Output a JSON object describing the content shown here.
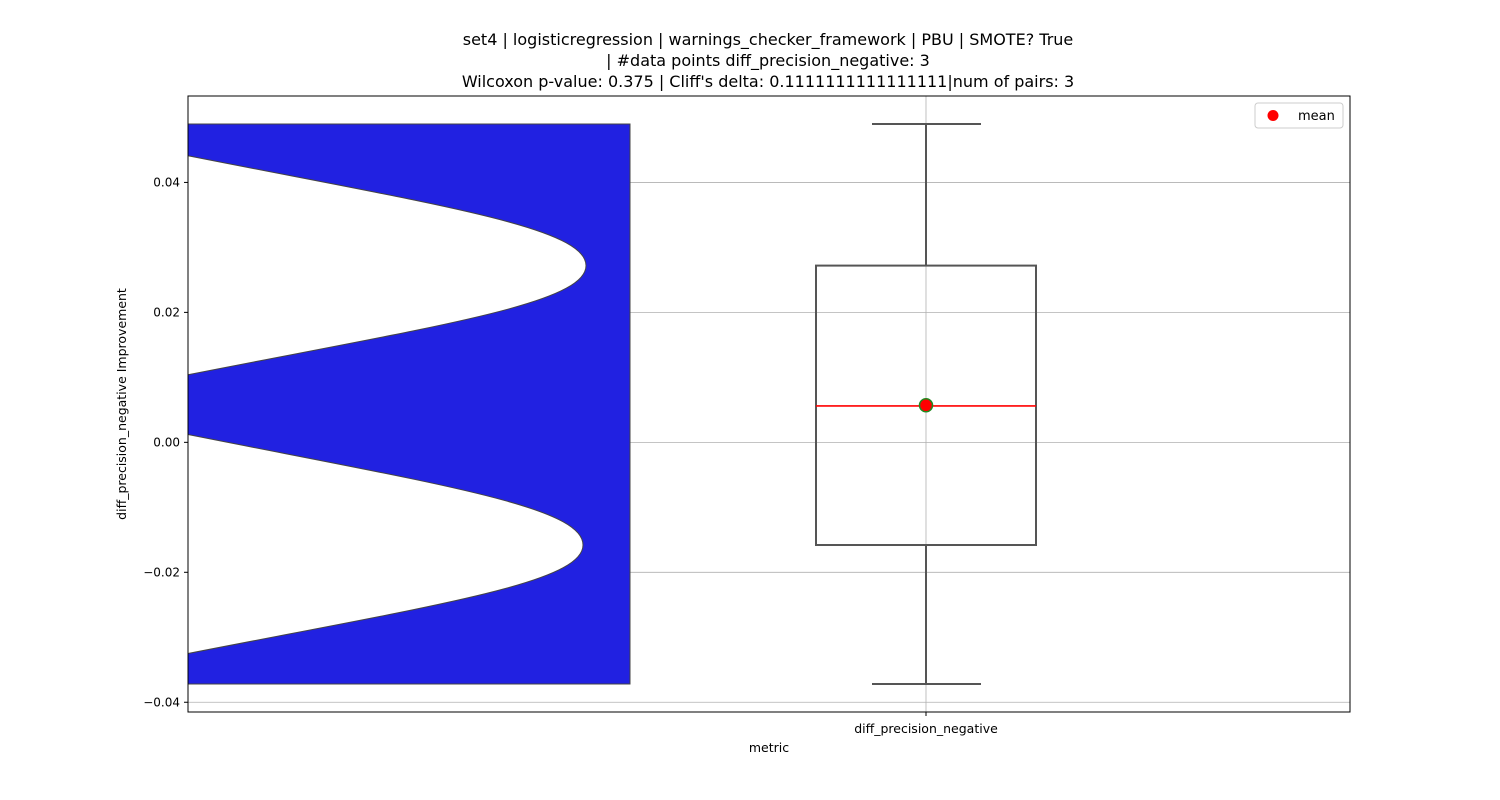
{
  "chart_data": {
    "type": "box",
    "title_lines": [
      "set4 | logisticregression | warnings_checker_framework | PBU | SMOTE? True",
      "| #data points diff_precision_negative: 3",
      "Wilcoxon p-value: 0.375 | Cliff's delta: 0.1111111111111111|num of pairs: 3"
    ],
    "xlabel": "metric",
    "ylabel": "diff_precision_negative Improvement",
    "categories": [
      "diff_precision_negative"
    ],
    "ylim": [
      -0.0415,
      0.0533
    ],
    "yticks": [
      -0.04,
      -0.02,
      0.0,
      0.02,
      0.04
    ],
    "ytick_labels": [
      "−0.04",
      "−0.02",
      "0.00",
      "0.02",
      "0.04"
    ],
    "grid": true,
    "legend": {
      "placement": "top-right",
      "entries": [
        {
          "label": "mean",
          "color": "#ff0000"
        }
      ]
    },
    "box": {
      "whisker_low": -0.0372,
      "q1": -0.0158,
      "median": 0.0056,
      "q3": 0.0272,
      "whisker_high": 0.049,
      "mean": 0.0057
    },
    "violin_fill_range": [
      -0.0372,
      0.049
    ],
    "colors": {
      "violin_fill": "#2121e1",
      "box_edge": "#555555",
      "median": "#ff0000",
      "mean_marker": "#ff0000",
      "mean_marker_edge": "#1f8a1f",
      "grid": "#b0b0b0"
    }
  }
}
